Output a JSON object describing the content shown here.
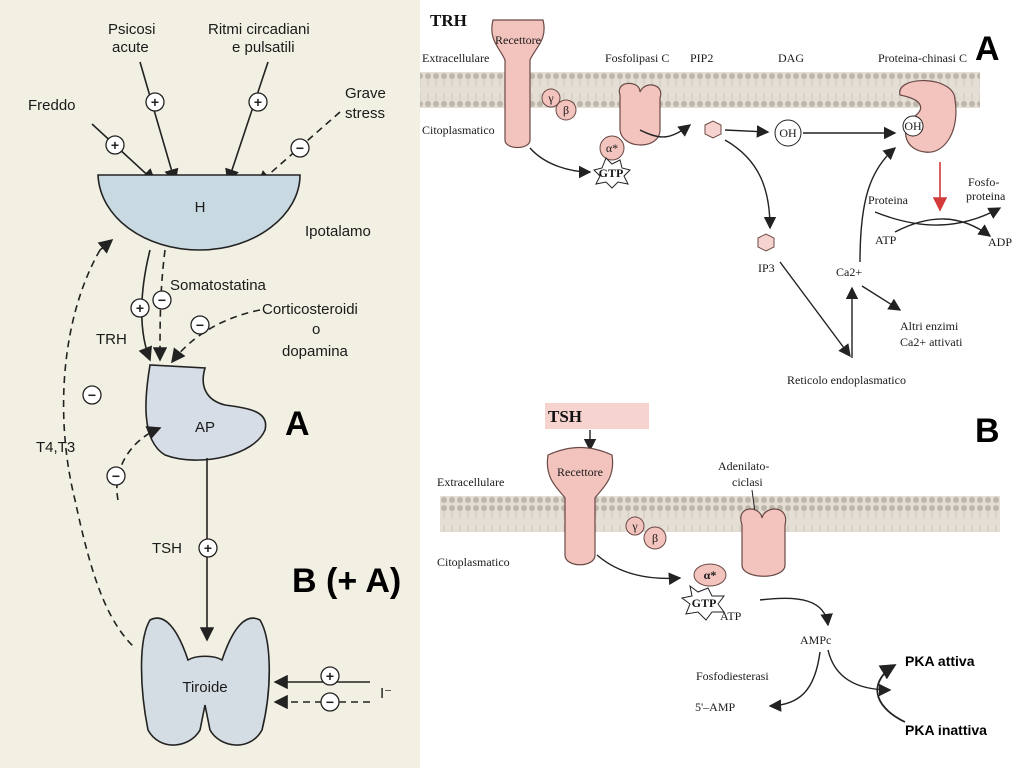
{
  "colors": {
    "scan_bg": "#f2f0e3",
    "protein_fill": "#f3c3bd",
    "protein_stroke": "#6b4a46",
    "membrane": "#d9d4ca",
    "highlight": "#f6d3cf",
    "red_arrow": "#d43a3a"
  },
  "left_panel": {
    "inputs": {
      "freddo": "Freddo",
      "psicosi_1": "Psicosi",
      "psicosi_2": "acute",
      "ritmi_1": "Ritmi circadiani",
      "ritmi_2": "e pulsatili",
      "stress_1": "Grave",
      "stress_2": "stress"
    },
    "hypothalamus_letter": "H",
    "hypothalamus_label": "Ipotalamo",
    "somatostatina": "Somatostatina",
    "cortico_1": "Corticosteroidi",
    "cortico_2": "o",
    "cortico_3": "dopamina",
    "trh": "TRH",
    "t4t3": "T4,T3",
    "pituitary": "AP",
    "tsh": "TSH",
    "thyroid": "Tiroide",
    "iodide": "I⁻",
    "signs": {
      "plus": "+",
      "minus": "−"
    },
    "tag_a": "A",
    "tag_ba": "B (+ A)"
  },
  "panel_a": {
    "hormone": "TRH",
    "extracellulare": "Extracellulare",
    "citoplasmatico": "Citoplasmatico",
    "recettore": "Recettore",
    "fosfolipasi": "Fosfolipasi C",
    "pip2": "PIP2",
    "dag": "DAG",
    "pkc": "Proteina-chinasi C",
    "oh": "OH",
    "gamma": "γ",
    "beta": "β",
    "alpha": "α*",
    "gtp": "GTP",
    "ip3": "IP3",
    "ca": "Ca2+",
    "proteina": "Proteina",
    "fosfo_1": "Fosfo-",
    "fosfo_2": "proteina",
    "atp": "ATP",
    "adp": "ADP",
    "altri_1": "Altri enzimi",
    "altri_2": "Ca2+ attivati",
    "reticolo": "Reticolo endoplasmatico",
    "tag": "A"
  },
  "panel_b": {
    "hormone": "TSH",
    "extracellulare": "Extracellulare",
    "citoplasmatico": "Citoplasmatico",
    "recettore": "Recettore",
    "adenilato_1": "Adenilato-",
    "adenilato_2": "ciclasi",
    "gamma": "γ",
    "beta": "β",
    "alpha": "α*",
    "gtp": "GTP",
    "atp": "ATP",
    "ampc": "AMPc",
    "fosfodiesterasi": "Fosfodiesterasi",
    "amp5": "5'–AMP",
    "pka_attiva": "PKA attiva",
    "pka_inattiva": "PKA inattiva",
    "tag": "B"
  }
}
